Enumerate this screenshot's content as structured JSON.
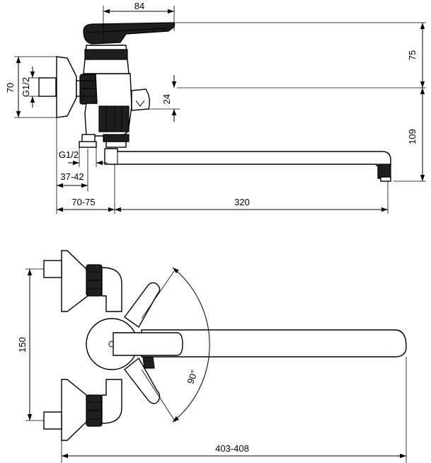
{
  "dimensions": {
    "d84": "84",
    "d75": "75",
    "d70": "70",
    "g12_top": "G1/2",
    "d24": "24",
    "d109": "109",
    "g12_bottom": "G1/2",
    "d37_42": "37-42",
    "d70_75": "70-75",
    "d320": "320",
    "d150": "150",
    "d90": "90°",
    "d403_408": "403-408"
  }
}
